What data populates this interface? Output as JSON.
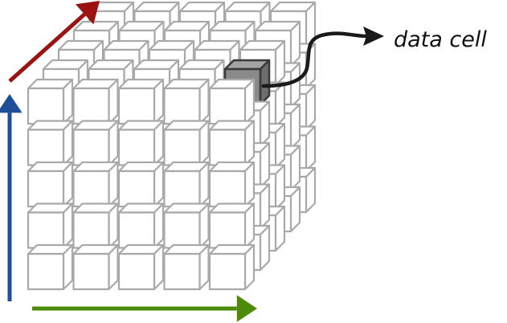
{
  "label": "data cell",
  "grid": {
    "columns": 5,
    "rows": 5,
    "layers": 5
  },
  "highlighted_cell": {
    "column": 5,
    "row": 1,
    "layer": 2
  },
  "colors": {
    "cube_stroke": "#a9a9a9",
    "cube_fill": "#ffffff",
    "highlight_front": "#8a8a8a",
    "highlight_top": "#a3a3a3",
    "highlight_side": "#6e6e6e",
    "highlight_stroke": "#3a3a3a",
    "axis_vertical": "#1f4e99",
    "axis_horizontal": "#4d8a0a",
    "axis_depth": "#9b1212",
    "connector": "#1a1a1a"
  },
  "axes": [
    {
      "name": "vertical-axis-arrow",
      "color": "#1f4e99"
    },
    {
      "name": "horizontal-axis-arrow",
      "color": "#4d8a0a"
    },
    {
      "name": "depth-axis-arrow",
      "color": "#9b1212"
    }
  ]
}
